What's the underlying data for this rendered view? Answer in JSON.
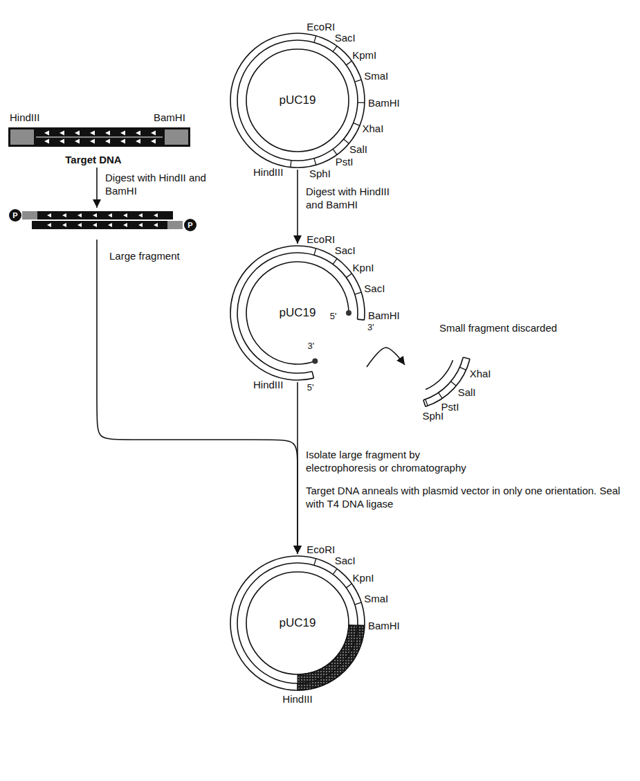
{
  "diagram": {
    "nodes": [
      {
        "text": [
          "pUC19"
        ]
      },
      {
        "text": [
          "Target DNA"
        ]
      },
      {
        "text": [
          "P",
          "P"
        ]
      },
      {
        "text": [
          "pUC19"
        ]
      },
      {
        "text": [
          "Small fragment discarded"
        ]
      },
      {
        "text": [
          "pUC19"
        ]
      }
    ],
    "edges": [
      {
        "from": 0,
        "to": 3,
        "arrow": "to",
        "label": "Digest with HindIII and BamHI"
      },
      {
        "from": 1,
        "to": 2,
        "arrow": "to",
        "label": "Digest with HindII and BamHI"
      },
      {
        "from": 3,
        "to": 4,
        "arrow": "to"
      },
      {
        "from": 3,
        "to": 5,
        "arrow": "to",
        "label": "Isolate large fragment by electrophoresis or chromatography"
      },
      {
        "from": 2,
        "to": 5,
        "arrow": "to",
        "label": "Target DNA anneals with plasmid vector in only one orientation. Seal with T4 DNA ligase"
      }
    ],
    "labels": [
      "EcoRI",
      "SacI",
      "KpmI",
      "SmaI",
      "BamHI",
      "XhaI",
      "SalI",
      "PstI",
      "SphI",
      "HindIII",
      "HindIII",
      "BamHI",
      "Large fragment",
      "EcoRI",
      "SacI",
      "KpnI",
      "SacI",
      "BamHI",
      "3'",
      "5'",
      "3'",
      "5'",
      "HindIII",
      "XhaI",
      "SalI",
      "PstI",
      "SphI",
      "EcoRI",
      "SacI",
      "KpnI",
      "SmaI",
      "BamHI",
      "HindIII"
    ]
  }
}
